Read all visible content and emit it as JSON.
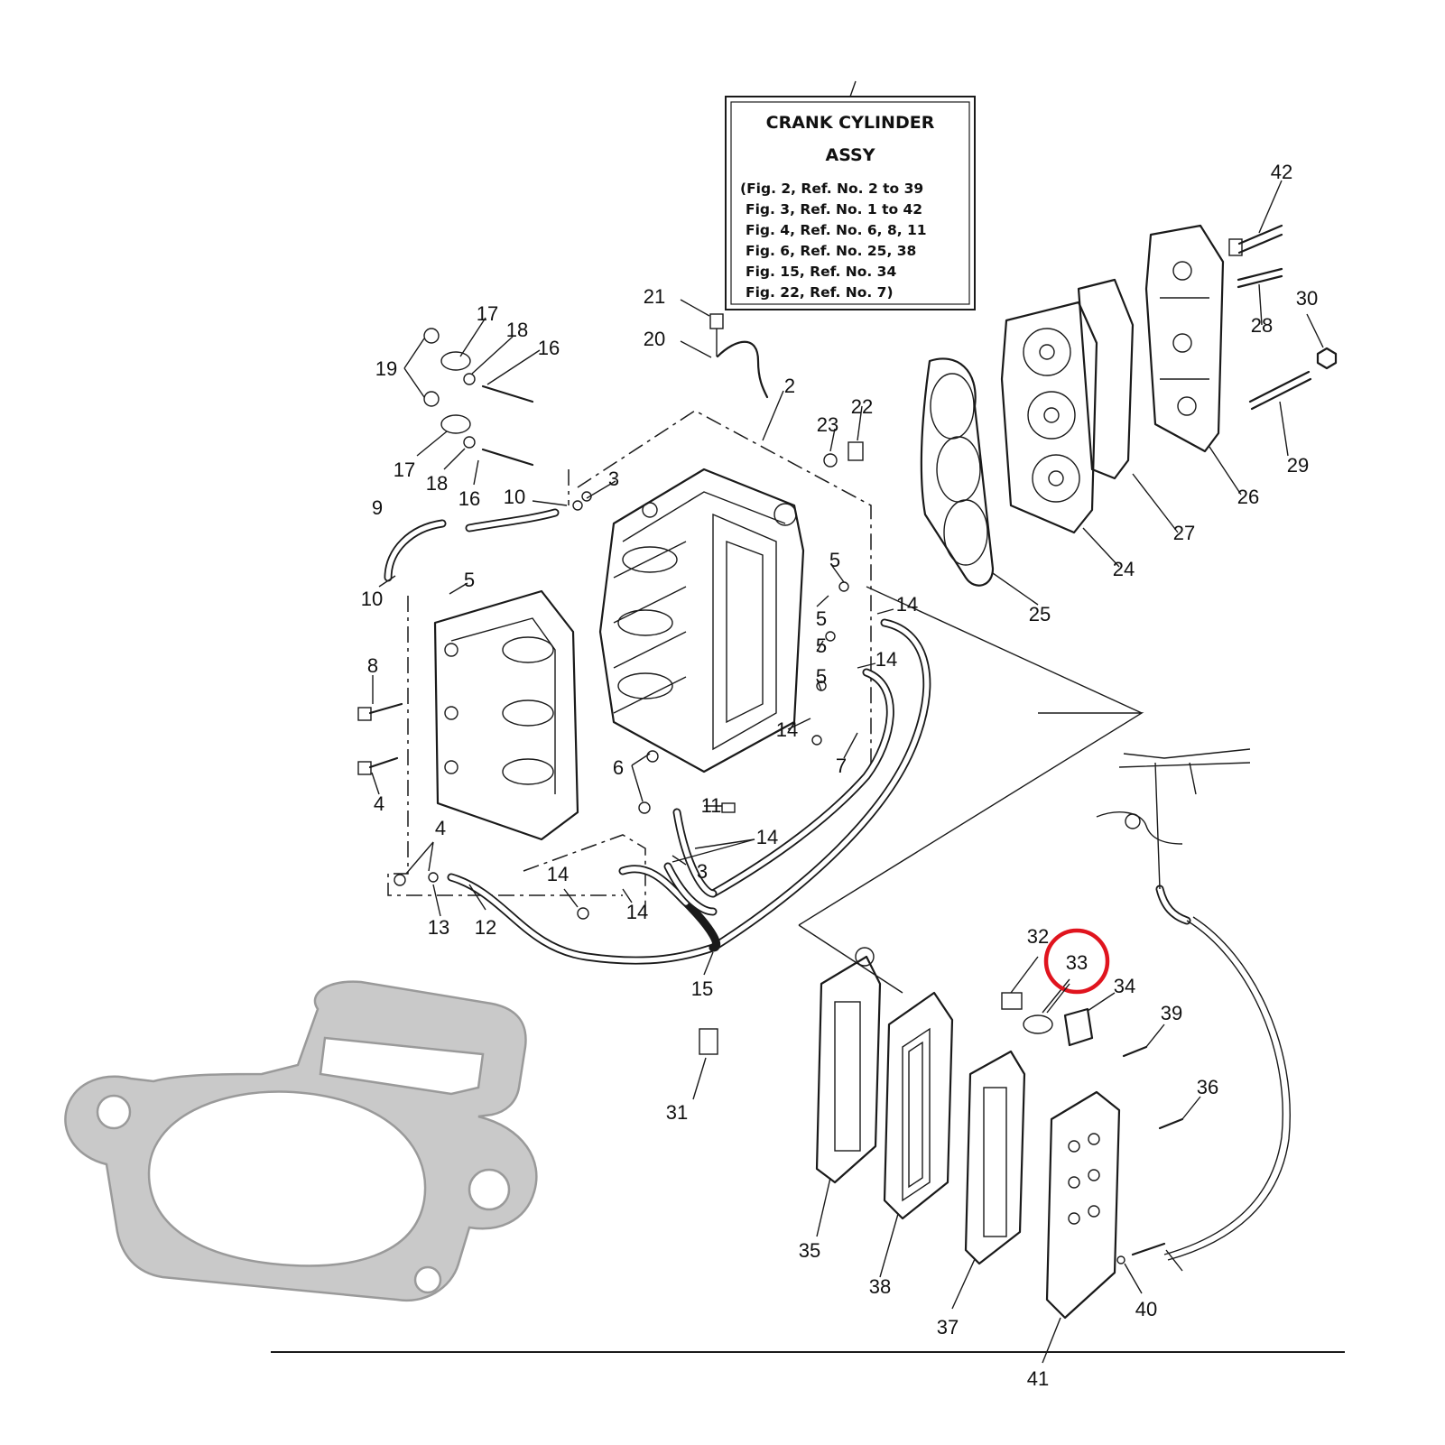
{
  "info_box": {
    "title_line1": "CRANK CYLINDER",
    "title_line2": "ASSY",
    "lines": [
      "(Fig. 2, Ref. No. 2 to 39",
      "Fig. 3, Ref. No. 1 to 42",
      "Fig. 4, Ref. No. 6, 8, 11",
      "Fig. 6, Ref. No. 25, 38",
      "Fig. 15, Ref. No. 34",
      "Fig. 22, Ref. No. 7)"
    ]
  },
  "highlight": {
    "ref": "33",
    "color": "#e0141e"
  },
  "colors": {
    "line": "#1a1a1a",
    "gasket_fill": "#c9c9c9",
    "gasket_edge": "#9a9a9a"
  },
  "refs": [
    "42",
    "30",
    "28",
    "29",
    "26",
    "27",
    "24",
    "25",
    "22",
    "23",
    "21",
    "20",
    "2",
    "17",
    "18",
    "16",
    "19",
    "17",
    "18",
    "16",
    "3",
    "10",
    "9",
    "10",
    "5",
    "5",
    "5",
    "5",
    "5",
    "14",
    "14",
    "14",
    "7",
    "8",
    "4",
    "6",
    "11",
    "14",
    "3",
    "4",
    "14",
    "14",
    "13",
    "12",
    "15",
    "31",
    "32",
    "34",
    "39",
    "36",
    "35",
    "38",
    "37",
    "41",
    "40"
  ]
}
